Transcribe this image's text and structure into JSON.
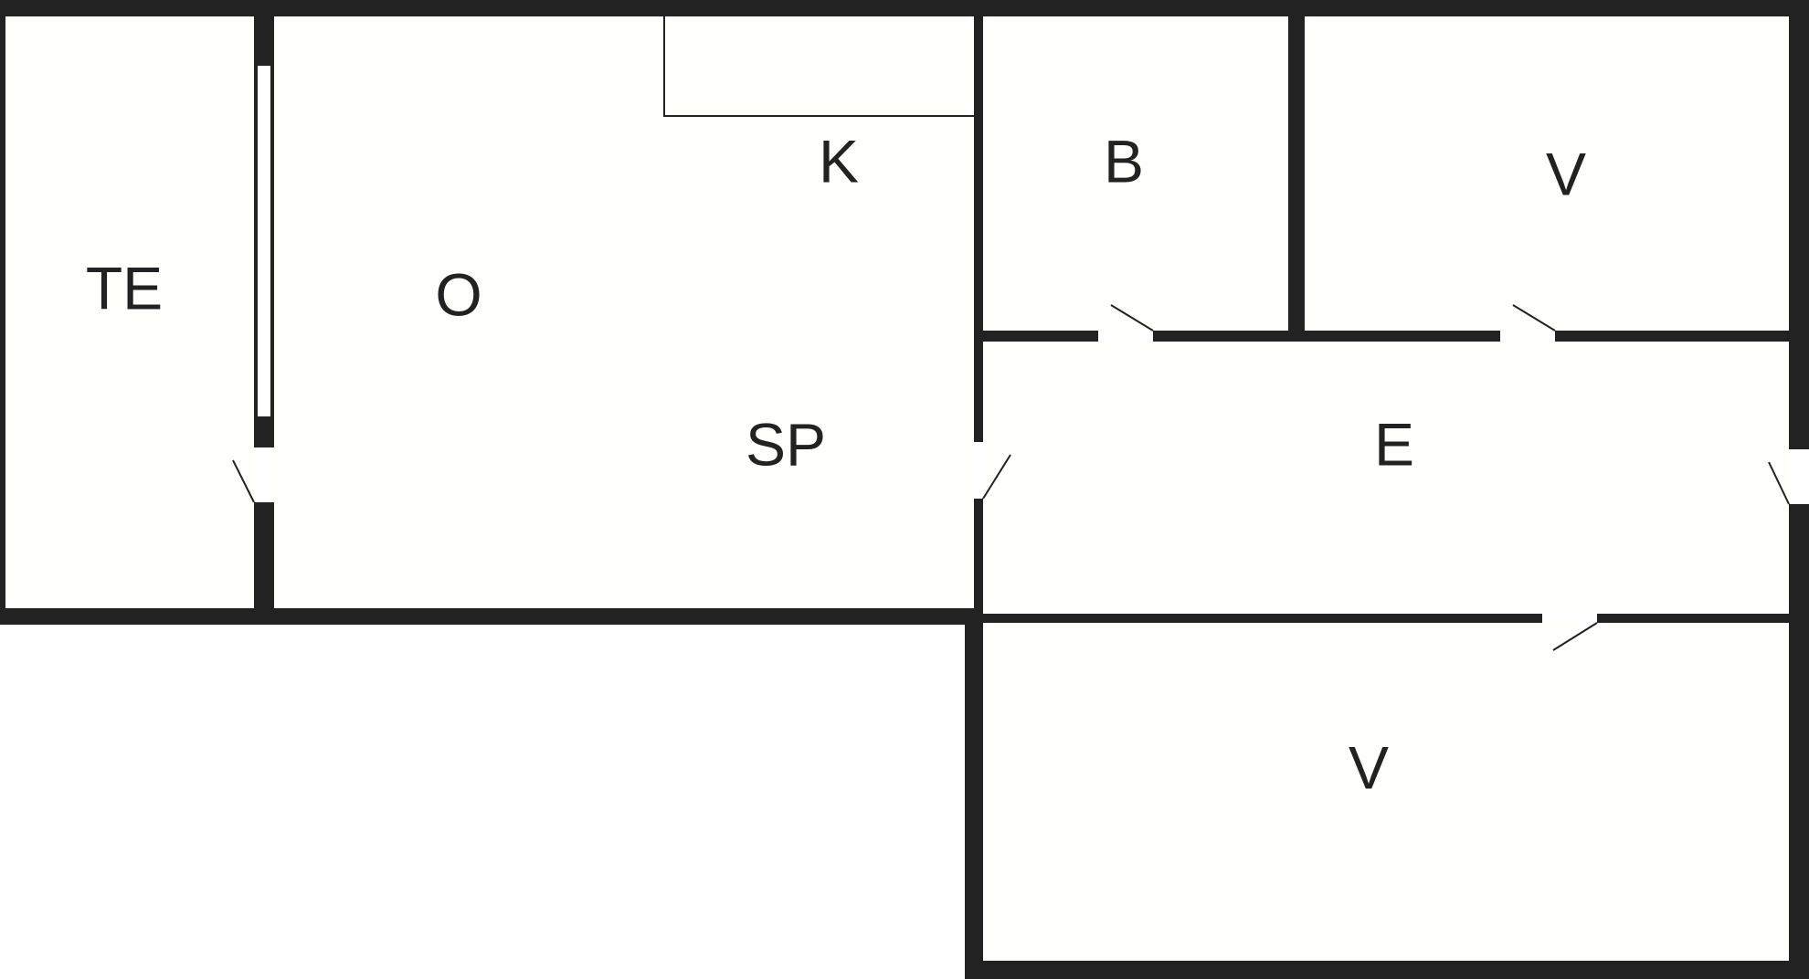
{
  "colors": {
    "wall": "#222222",
    "floor": "#fefefa",
    "background": "#ffffff"
  },
  "rooms": {
    "te": {
      "label": "TE"
    },
    "o": {
      "label": "O"
    },
    "k": {
      "label": "K"
    },
    "sp": {
      "label": "SP"
    },
    "b": {
      "label": "B"
    },
    "v_top": {
      "label": "V"
    },
    "e": {
      "label": "E"
    },
    "v_bottom": {
      "label": "V"
    }
  }
}
